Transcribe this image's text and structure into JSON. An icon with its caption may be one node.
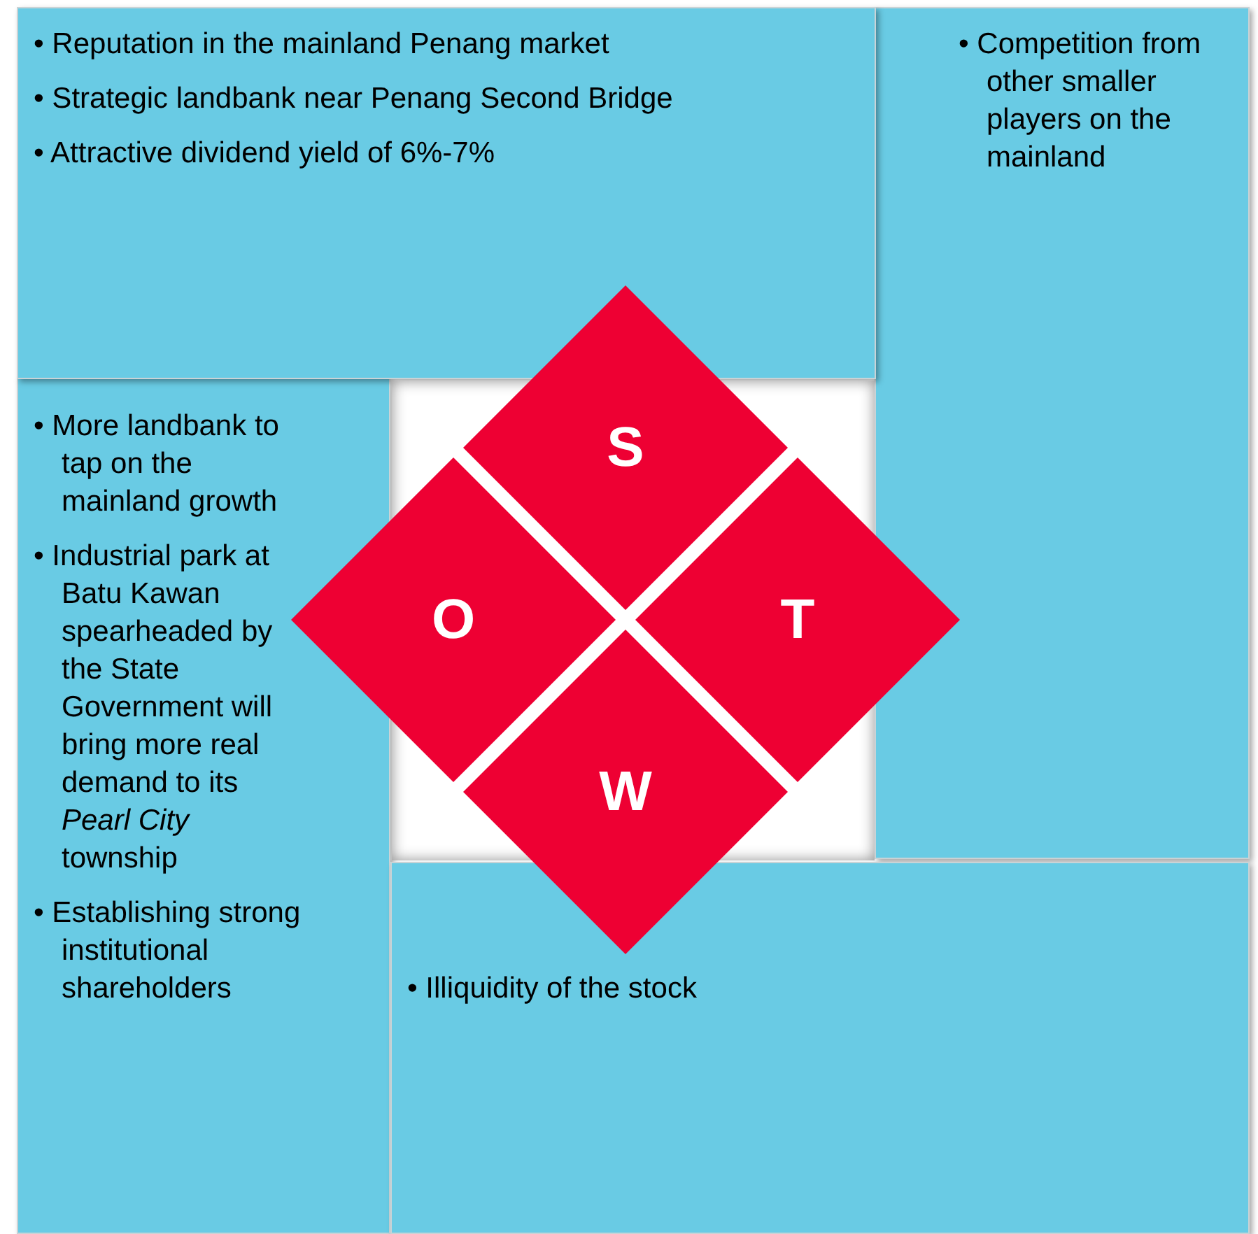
{
  "diagram": {
    "nodes": [
      {
        "text": [
          "• Reputation in the mainland Penang market",
          "• Strategic landbank near Penang Second Bridge",
          "• Attractive dividend yield of 6%-7%"
        ]
      },
      {
        "text": [
          "• Competition from other smaller players on the mainland"
        ]
      },
      {
        "text": [
          "• More landbank to tap on the mainland growth",
          "• Industrial park at Batu Kawan spearheaded by the State Government will bring more real demand to its *Pearl City* township",
          "• Establishing strong institutional shareholders"
        ]
      },
      {
        "text": [
          "• Illiquidity of the stock"
        ]
      },
      {
        "text": [
          "S"
        ]
      },
      {
        "text": [
          "O"
        ]
      },
      {
        "text": [
          "T"
        ]
      },
      {
        "text": [
          "W"
        ]
      }
    ],
    "edges": []
  }
}
